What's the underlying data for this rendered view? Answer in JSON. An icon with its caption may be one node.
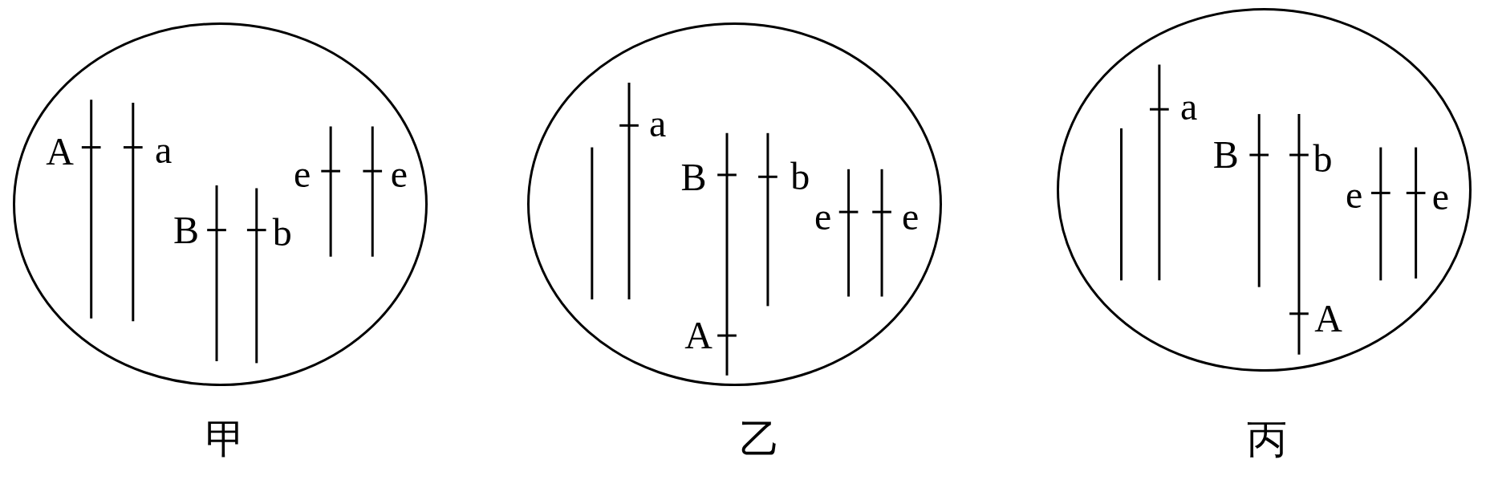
{
  "diagram": {
    "nodes": [
      {
        "text": [],
        "shape": "circle",
        "beside": [
          "甲"
        ]
      },
      {
        "text": [],
        "shape": "circle",
        "beside": [
          "乙"
        ]
      },
      {
        "text": [],
        "shape": "circle",
        "beside": [
          "丙"
        ]
      }
    ],
    "labels": [
      "A",
      "a",
      "B",
      "b",
      "e",
      "e",
      "a",
      "B",
      "b",
      "e",
      "e",
      "A",
      "a",
      "B",
      "b",
      "e",
      "e",
      "A"
    ]
  }
}
